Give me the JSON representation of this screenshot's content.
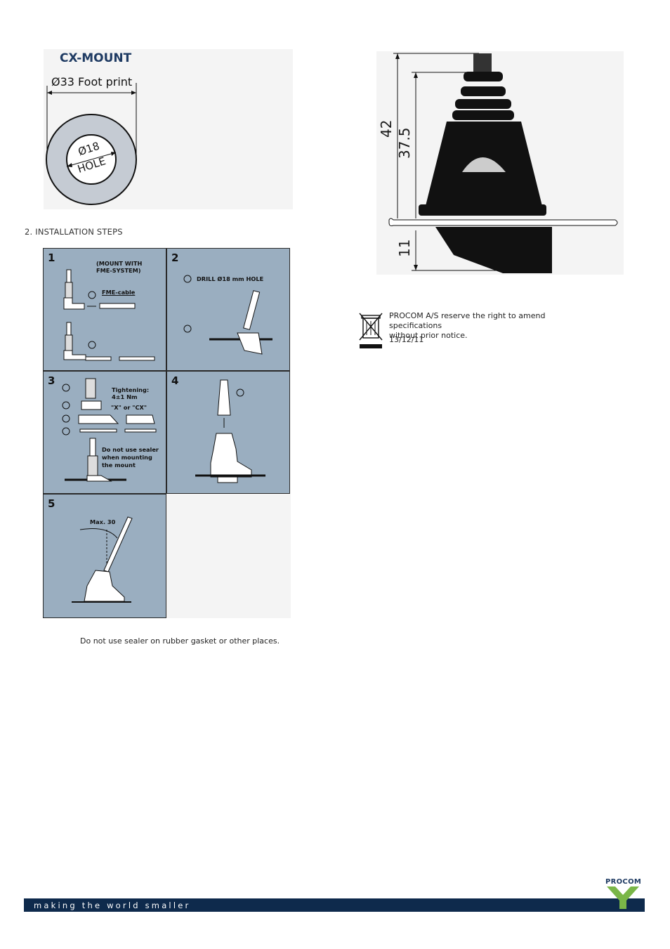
{
  "footprint": {
    "title": "CX-MOUNT",
    "foot_print_label": "Ø33 Foot print",
    "hole_diameter": "Ø18",
    "hole_label": "HOLE"
  },
  "section": {
    "heading": "2. INSTALLATION STEPS"
  },
  "steps": [
    {
      "number": "1",
      "notes": [
        "(MOUNT WITH",
        "FME-SYSTEM)",
        "FME-cable"
      ]
    },
    {
      "number": "2",
      "notes": [
        "DRILL Ø18 mm HOLE"
      ]
    },
    {
      "number": "3",
      "notes": [
        "Tightening:",
        "4±1 Nm",
        "\"X\"  or  \"CX\"",
        "Do not use sealer",
        "when mounting",
        "the mount"
      ]
    },
    {
      "number": "4",
      "notes": []
    },
    {
      "number": "5",
      "notes": [
        "Max. 30"
      ]
    }
  ],
  "sealer_note": "Do not use sealer on rubber gasket or other places.",
  "dimensions": {
    "overall": "42",
    "body": "37.5",
    "below": "11"
  },
  "disclaimer": {
    "line1": "PROCOM A/S reserve the right to amend specifications",
    "line2": "without prior notice.",
    "date": "13/12/11"
  },
  "footer": {
    "tagline": "making the world smaller",
    "brand": "PROCOM"
  },
  "colors": {
    "navy": "#0e2a4c",
    "panel": "#9aaec0",
    "title": "#1f3b63",
    "brand_green": "#7ab648"
  }
}
